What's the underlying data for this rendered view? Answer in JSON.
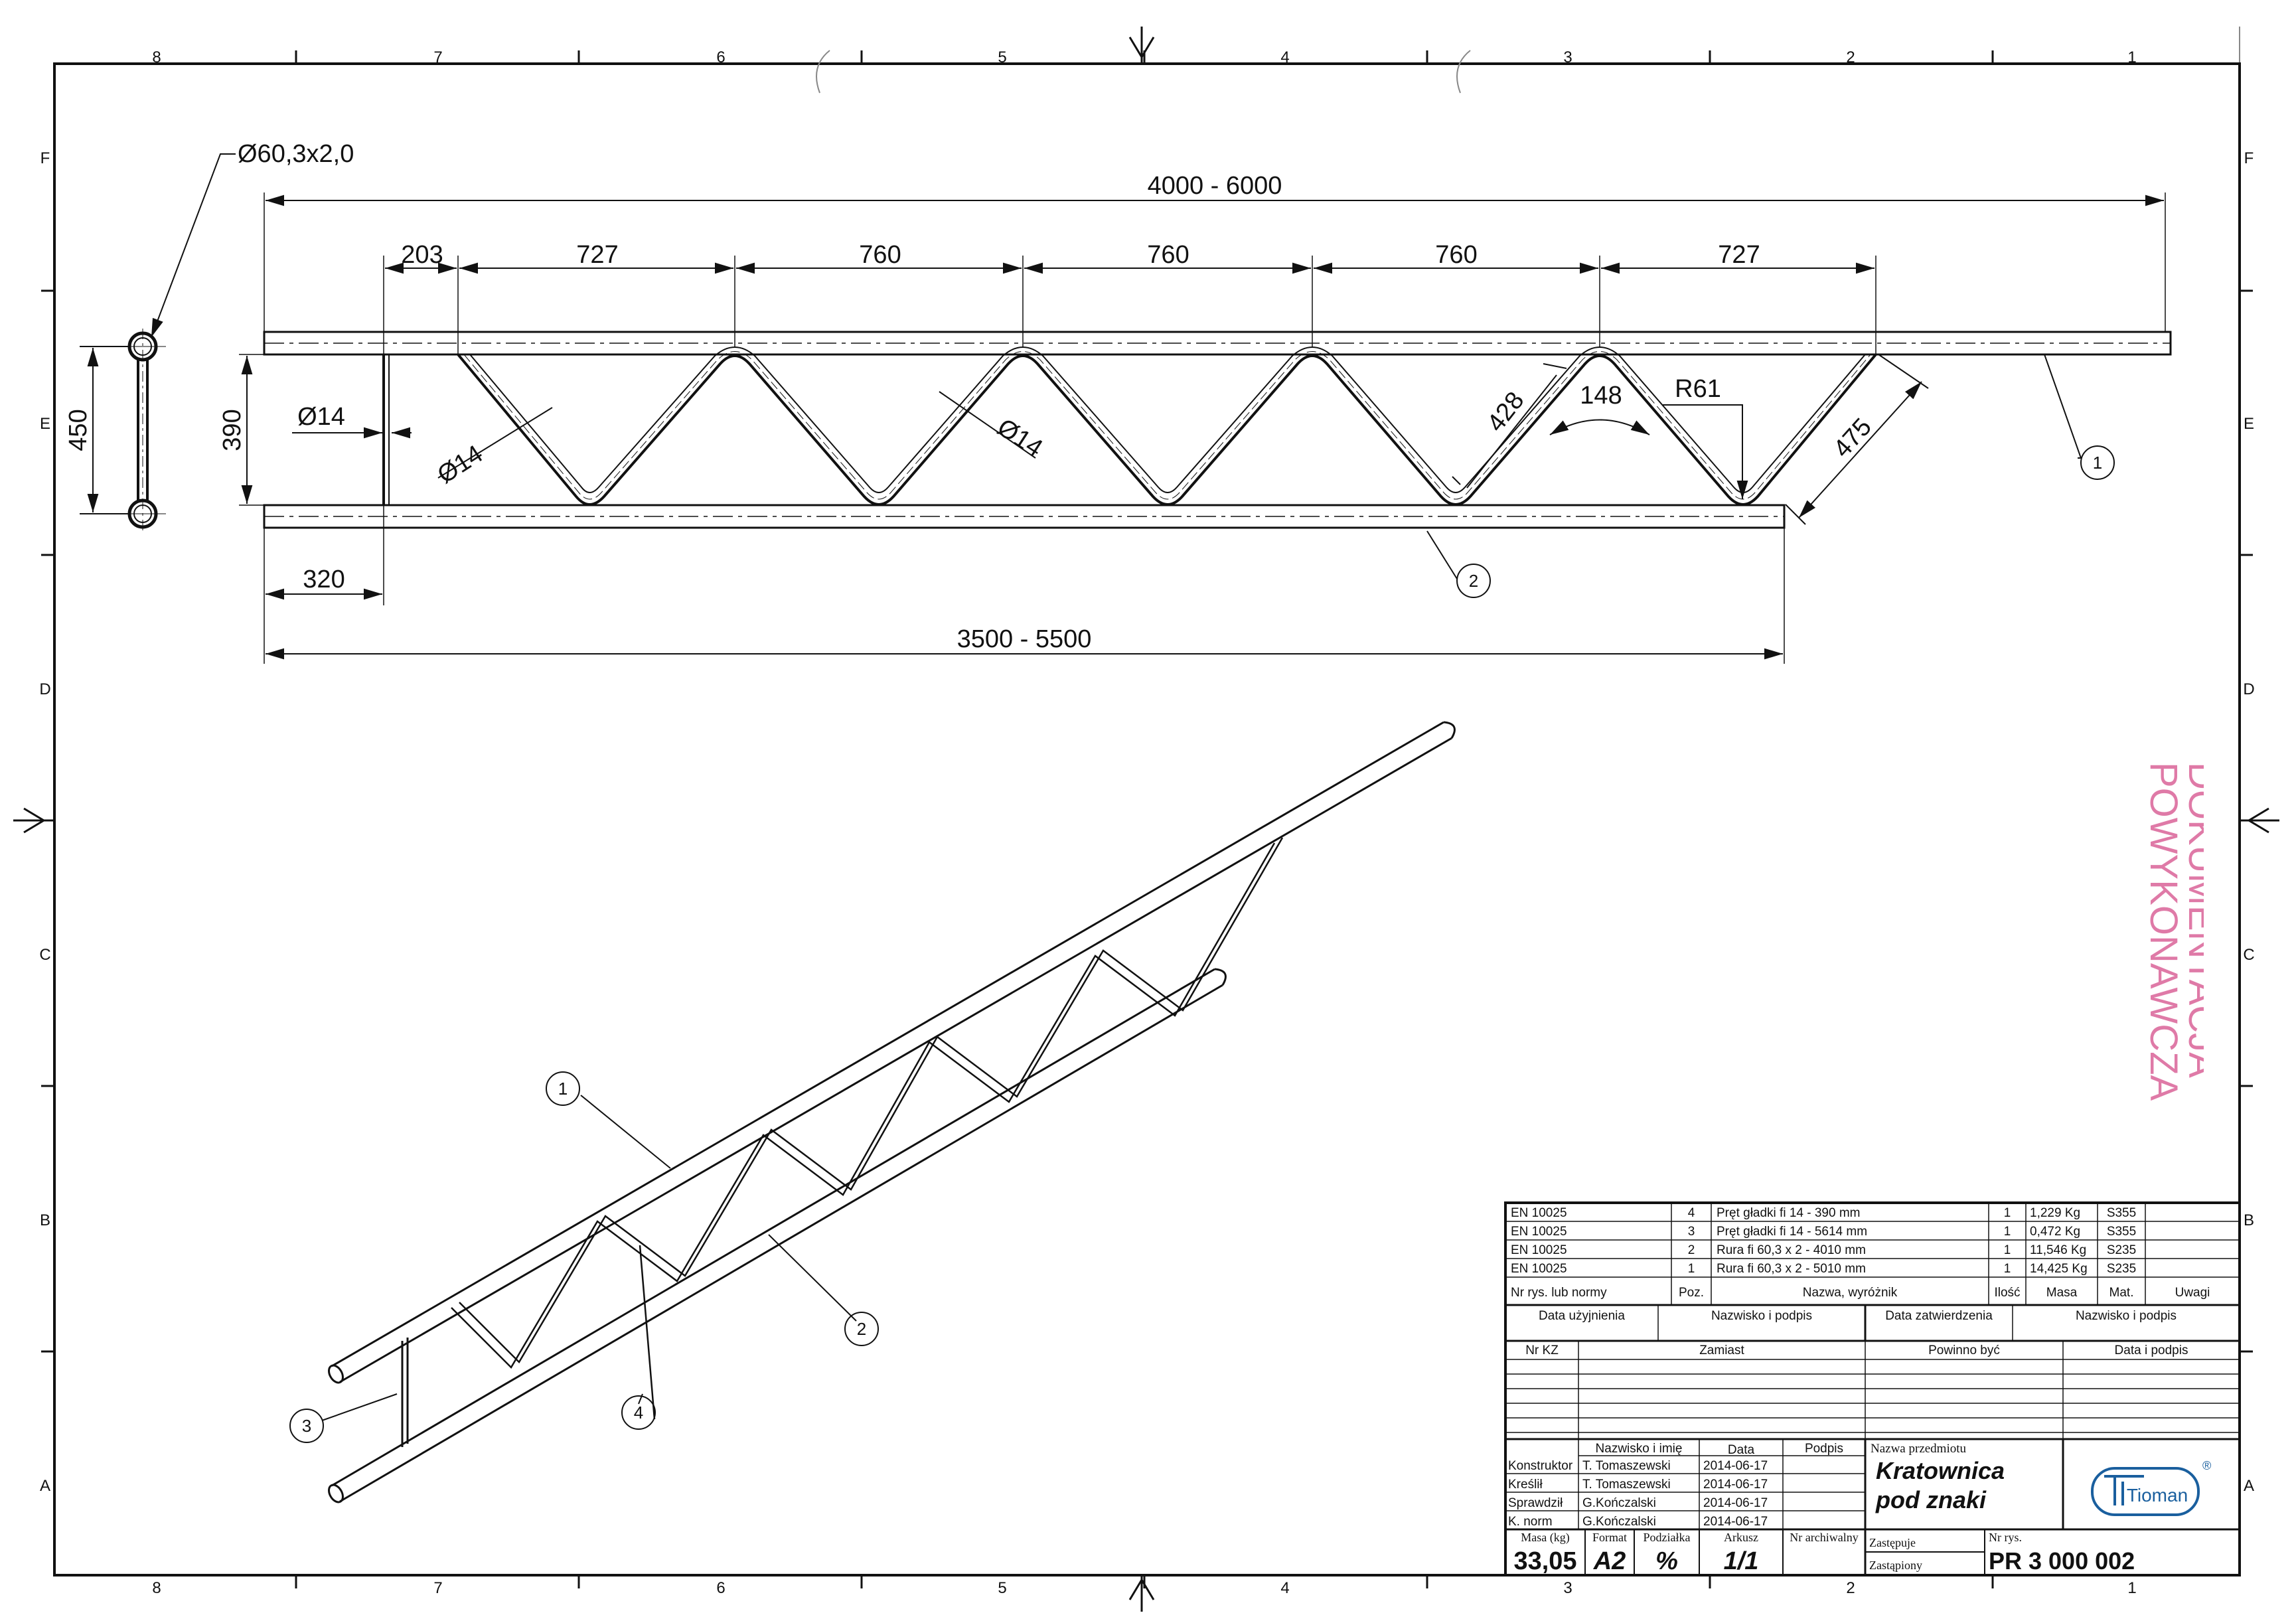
{
  "frame": {
    "cols": [
      "8",
      "7",
      "6",
      "5",
      "4",
      "3",
      "2",
      "1"
    ],
    "rows": [
      "F",
      "E",
      "D",
      "C",
      "B",
      "A"
    ]
  },
  "section": {
    "pipe_label": "Ø60,3x2,0",
    "height": "450"
  },
  "dims": {
    "overall": "4000 - 6000",
    "bottom": "3500 - 5500",
    "offset": "320",
    "depth": "390",
    "first": "203",
    "spacing": [
      "727",
      "760",
      "760",
      "760",
      "727"
    ],
    "rod_end": "Ø14",
    "rod_diag_a": "Ø14",
    "rod_diag_b": "Ø14",
    "leg": "428",
    "angle": "148",
    "radius": "R61",
    "diag": "475"
  },
  "balloons": {
    "b1": "1",
    "b2": "2",
    "i1": "1",
    "i2": "2",
    "i3": "3",
    "i4": "4"
  },
  "stamp": {
    "line1": "DOKUMENTACJA",
    "line2": "POWYKONAWCZA"
  },
  "bom": {
    "rows": [
      {
        "norm": "EN 10025",
        "pos": "4",
        "name": "Pręt gładki fi 14 - 390 mm",
        "qty": "1",
        "mass": "1,229 Kg",
        "mat": "S355",
        "notes": ""
      },
      {
        "norm": "EN 10025",
        "pos": "3",
        "name": "Pręt gładki fi 14 - 5614 mm",
        "qty": "1",
        "mass": "0,472 Kg",
        "mat": "S355",
        "notes": ""
      },
      {
        "norm": "EN 10025",
        "pos": "2",
        "name": "Rura fi 60,3 x 2 - 4010 mm",
        "qty": "1",
        "mass": "11,546 Kg",
        "mat": "S235",
        "notes": ""
      },
      {
        "norm": "EN 10025",
        "pos": "1",
        "name": "Rura fi 60,3 x 2 - 5010 mm",
        "qty": "1",
        "mass": "14,425 Kg",
        "mat": "S235",
        "notes": ""
      }
    ],
    "headers": {
      "norm": "Nr rys. lub normy",
      "pos": "Poz.",
      "name": "Nazwa, wyróżnik",
      "qty": "Ilość",
      "mass": "Masa",
      "mat": "Mat.",
      "notes": "Uwagi"
    }
  },
  "approval": {
    "data_use": "Data użyjnienia",
    "name_sign": "Nazwisko i podpis",
    "data_approve": "Data zatwierdzenia",
    "name_sign2": "Nazwisko i podpis"
  },
  "changes": {
    "nr_kz": "Nr KZ",
    "zamiast": "Zamiast",
    "powinno": "Powinno być",
    "date_sign": "Data i podpis"
  },
  "people": {
    "hdr_name": "Nazwisko i imię",
    "hdr_date": "Data",
    "hdr_sign": "Podpis",
    "rows": [
      {
        "role": "Konstruktor",
        "name": "T. Tomaszewski",
        "date": "2014-06-17"
      },
      {
        "role": "Kreślił",
        "name": "T. Tomaszewski",
        "date": "2014-06-17"
      },
      {
        "role": "Sprawdził",
        "name": "G.Kończalski",
        "date": "2014-06-17"
      },
      {
        "role": "K. norm",
        "name": "G.Kończalski",
        "date": "2014-06-17"
      }
    ]
  },
  "title": {
    "label": "Nazwa przedmiotu",
    "line1": "Kratownica",
    "line2": "pod znaki",
    "logo": "Tioman",
    "reg": "®"
  },
  "footer": {
    "mass_label": "Masa (kg)",
    "mass": "33,05",
    "format_label": "Format",
    "format": "A2",
    "scale_label": "Podziałka",
    "scale": "%",
    "sheet_label": "Arkusz",
    "sheet": "1/1",
    "archive_label": "Nr archiwalny",
    "replaces": "Zastępuje",
    "replaced": "Zastąpiony",
    "drawing_label": "Nr rys.",
    "drawing": "PR 3 000 002"
  }
}
